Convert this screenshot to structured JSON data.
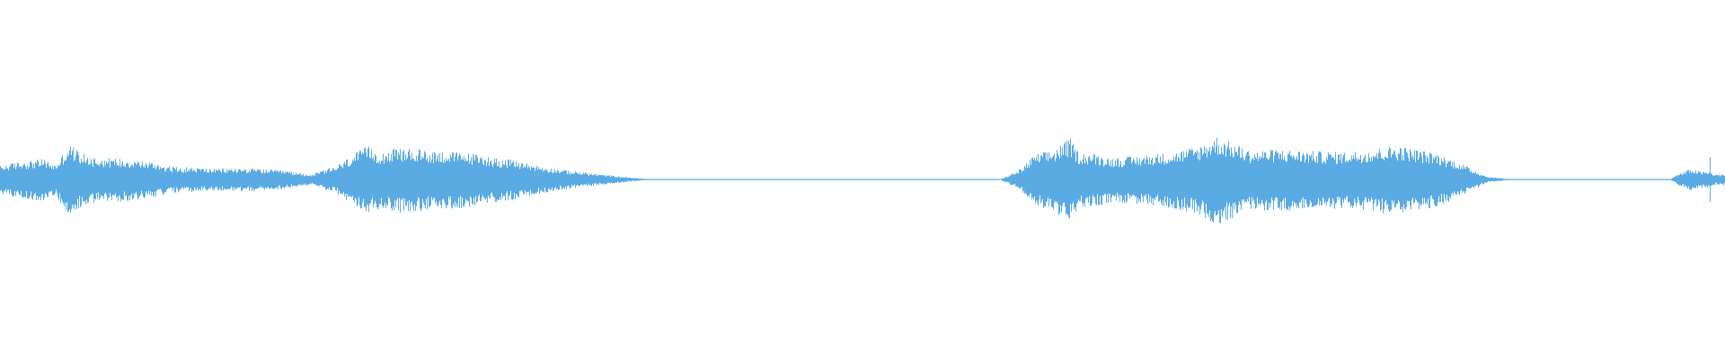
{
  "waveform": {
    "color": "#5aabe3",
    "background": "#ffffff",
    "envelope": {
      "t": [
        0.0,
        0.01,
        0.025,
        0.032,
        0.04,
        0.048,
        0.055,
        0.062,
        0.075,
        0.09,
        0.1,
        0.11,
        0.125,
        0.14,
        0.15,
        0.165,
        0.18,
        0.195,
        0.205,
        0.213,
        0.22,
        0.23,
        0.24,
        0.255,
        0.27,
        0.285,
        0.3,
        0.315,
        0.33,
        0.345,
        0.36,
        0.372,
        0.376,
        0.42,
        0.47,
        0.5,
        0.55,
        0.58,
        0.59,
        0.6,
        0.61,
        0.62,
        0.625,
        0.635,
        0.645,
        0.66,
        0.68,
        0.695,
        0.705,
        0.715,
        0.725,
        0.74,
        0.76,
        0.78,
        0.795,
        0.81,
        0.82,
        0.832,
        0.845,
        0.855,
        0.862,
        0.875,
        0.968,
        0.972,
        0.98,
        0.986,
        0.99,
        0.995,
        1.0
      ],
      "amplitude": [
        0.28,
        0.36,
        0.42,
        0.3,
        0.72,
        0.52,
        0.45,
        0.44,
        0.42,
        0.34,
        0.26,
        0.25,
        0.22,
        0.23,
        0.22,
        0.18,
        0.1,
        0.28,
        0.52,
        0.68,
        0.56,
        0.64,
        0.62,
        0.58,
        0.55,
        0.46,
        0.38,
        0.26,
        0.18,
        0.12,
        0.06,
        0.02,
        0.01,
        0.01,
        0.01,
        0.01,
        0.01,
        0.01,
        0.18,
        0.52,
        0.6,
        0.84,
        0.56,
        0.52,
        0.44,
        0.48,
        0.56,
        0.68,
        0.88,
        0.74,
        0.58,
        0.62,
        0.58,
        0.56,
        0.62,
        0.7,
        0.62,
        0.54,
        0.36,
        0.18,
        0.06,
        0.01,
        0.01,
        0.1,
        0.22,
        0.16,
        0.16,
        0.1,
        0.12
      ]
    },
    "spikes": [
      {
        "t": 0.991,
        "amplitude": 0.45
      }
    ]
  }
}
